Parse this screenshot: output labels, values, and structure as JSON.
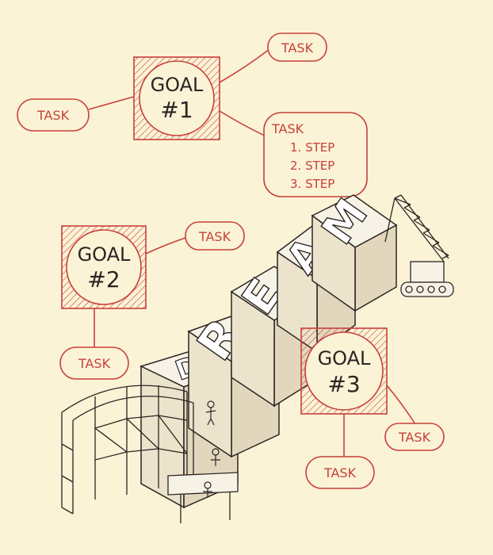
{
  "colors": {
    "paper": "#fbf3d6",
    "red_ink": "#c8403a",
    "black_ink": "#2b2522",
    "letter_fill": "#f7f2e6"
  },
  "goals": [
    {
      "line1": "GOAL",
      "line2": "#1"
    },
    {
      "line1": "GOAL",
      "line2": "#2"
    },
    {
      "line1": "GOAL",
      "line2": "#3"
    }
  ],
  "tasks": {
    "task_label": "TASK",
    "steps": [
      "1. STEP",
      "2. STEP",
      "3. STEP"
    ]
  },
  "dream": {
    "letters": [
      "D",
      "R",
      "E",
      "A",
      "M"
    ]
  }
}
